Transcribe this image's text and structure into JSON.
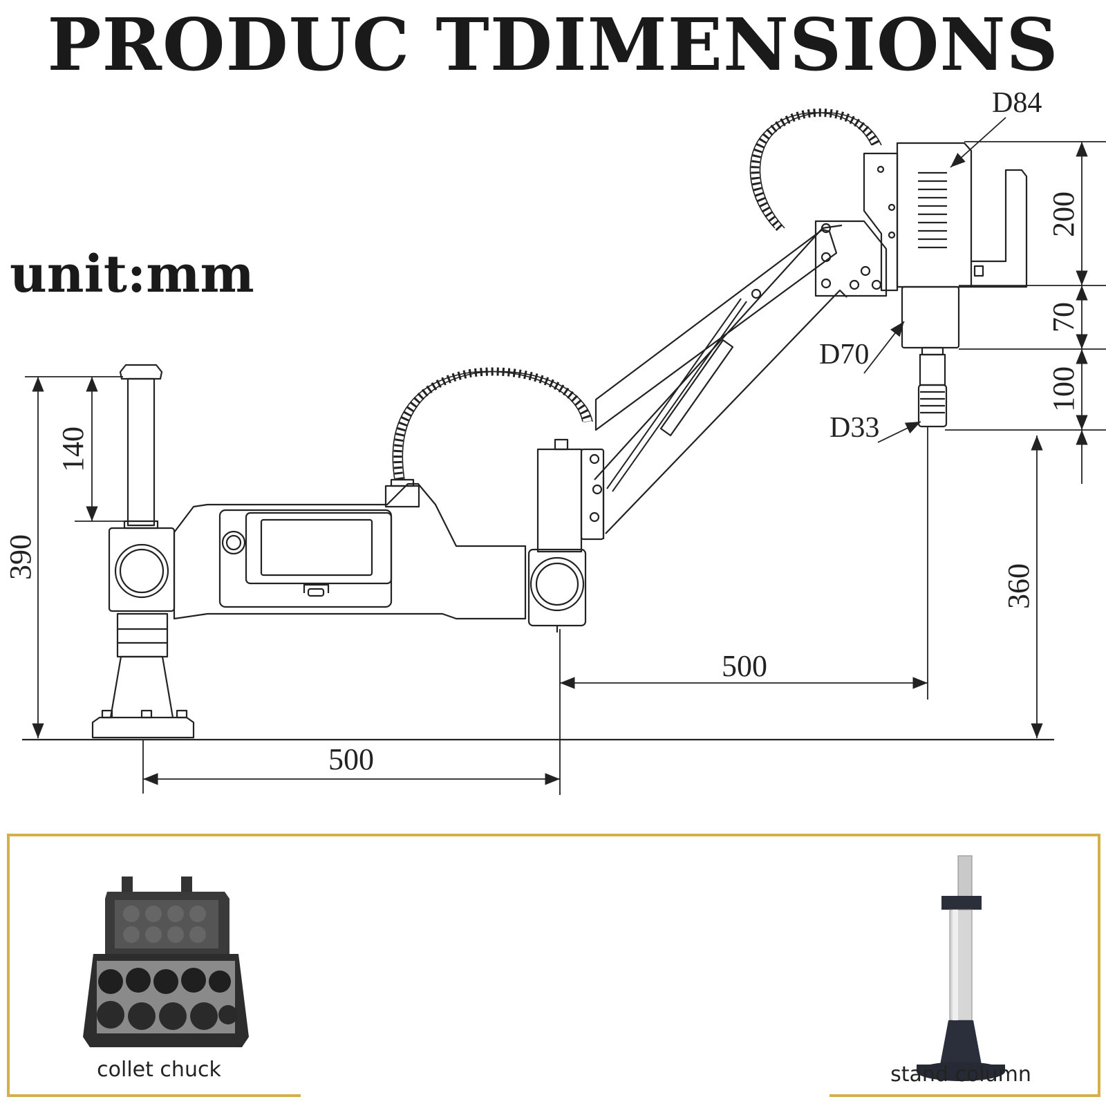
{
  "header": {
    "title": "PRODUC TDIMENSIONS",
    "unit": "unit:mm"
  },
  "dimensions": {
    "total_height": "390",
    "column_top": "140",
    "base_reach": "500",
    "head_reach": "500",
    "working_height": "360",
    "motor_height": "200",
    "neck_height": "70",
    "chuck_length": "100"
  },
  "diameters": {
    "motor": "D84",
    "neck": "D70",
    "chuck": "D33"
  },
  "accessories": {
    "border_color": "#d4b04a",
    "left_caption": "collet chuck",
    "right_caption": "stand column"
  }
}
